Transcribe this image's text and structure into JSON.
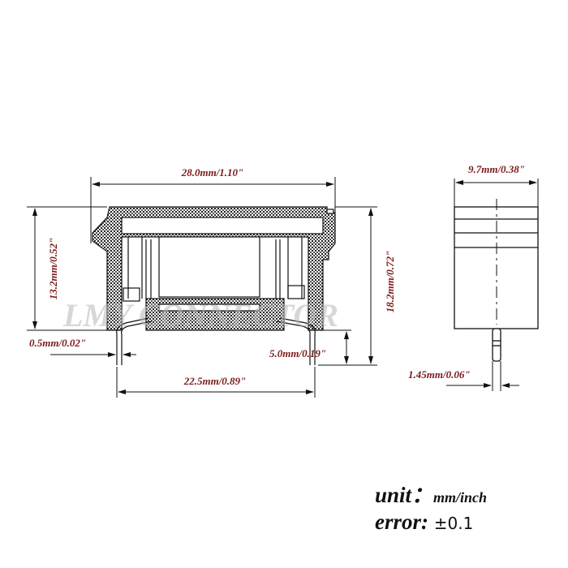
{
  "watermark": "LMY CONNECTOR",
  "dimensions": {
    "overall_width": "28.0mm/1.10\"",
    "body_height": "13.2mm/0.52\"",
    "total_height": "18.2mm/0.72\"",
    "pin_thickness": "0.5mm/0.02\"",
    "pin_length": "5.0mm/0.19\"",
    "pin_pitch": "22.5mm/0.89\"",
    "side_width": "9.7mm/0.38\"",
    "side_pin_width": "1.45mm/0.06\""
  },
  "legend": {
    "unit_label": "unit",
    "unit_sep": "：",
    "unit_value": "mm/inch",
    "error_label": "error",
    "error_sep": ":",
    "error_value": "±0.1"
  },
  "colors": {
    "dimension_text": "#7a1a1a",
    "lines": "#111111"
  }
}
